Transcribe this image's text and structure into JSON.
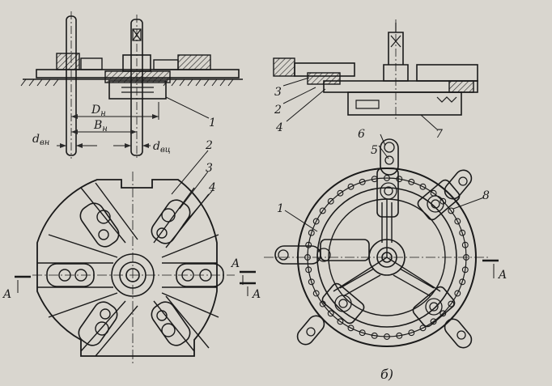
{
  "callouts_left": {
    "n1": "1",
    "n2": "2",
    "n3": "3",
    "n4": "4"
  },
  "callouts_right": {
    "n1": "1",
    "n2": "2",
    "n3": "3",
    "n4": "4",
    "n5": "5",
    "n6": "6",
    "n7": "7",
    "n8": "8"
  },
  "dimensions": {
    "D": "D",
    "D_sub": "н",
    "B": "B",
    "B_sub": "н",
    "d_left": "d",
    "d_left_sub": "вн",
    "d_right": "d",
    "d_right_sub": "вц"
  },
  "section_marks": {
    "left_a": "A",
    "center_a1": "A",
    "center_a2": "A",
    "right_a": "A"
  },
  "subfigure_label": "б)",
  "colors": {
    "paper": "#d9d6cf",
    "ink": "#1a1a1a"
  }
}
